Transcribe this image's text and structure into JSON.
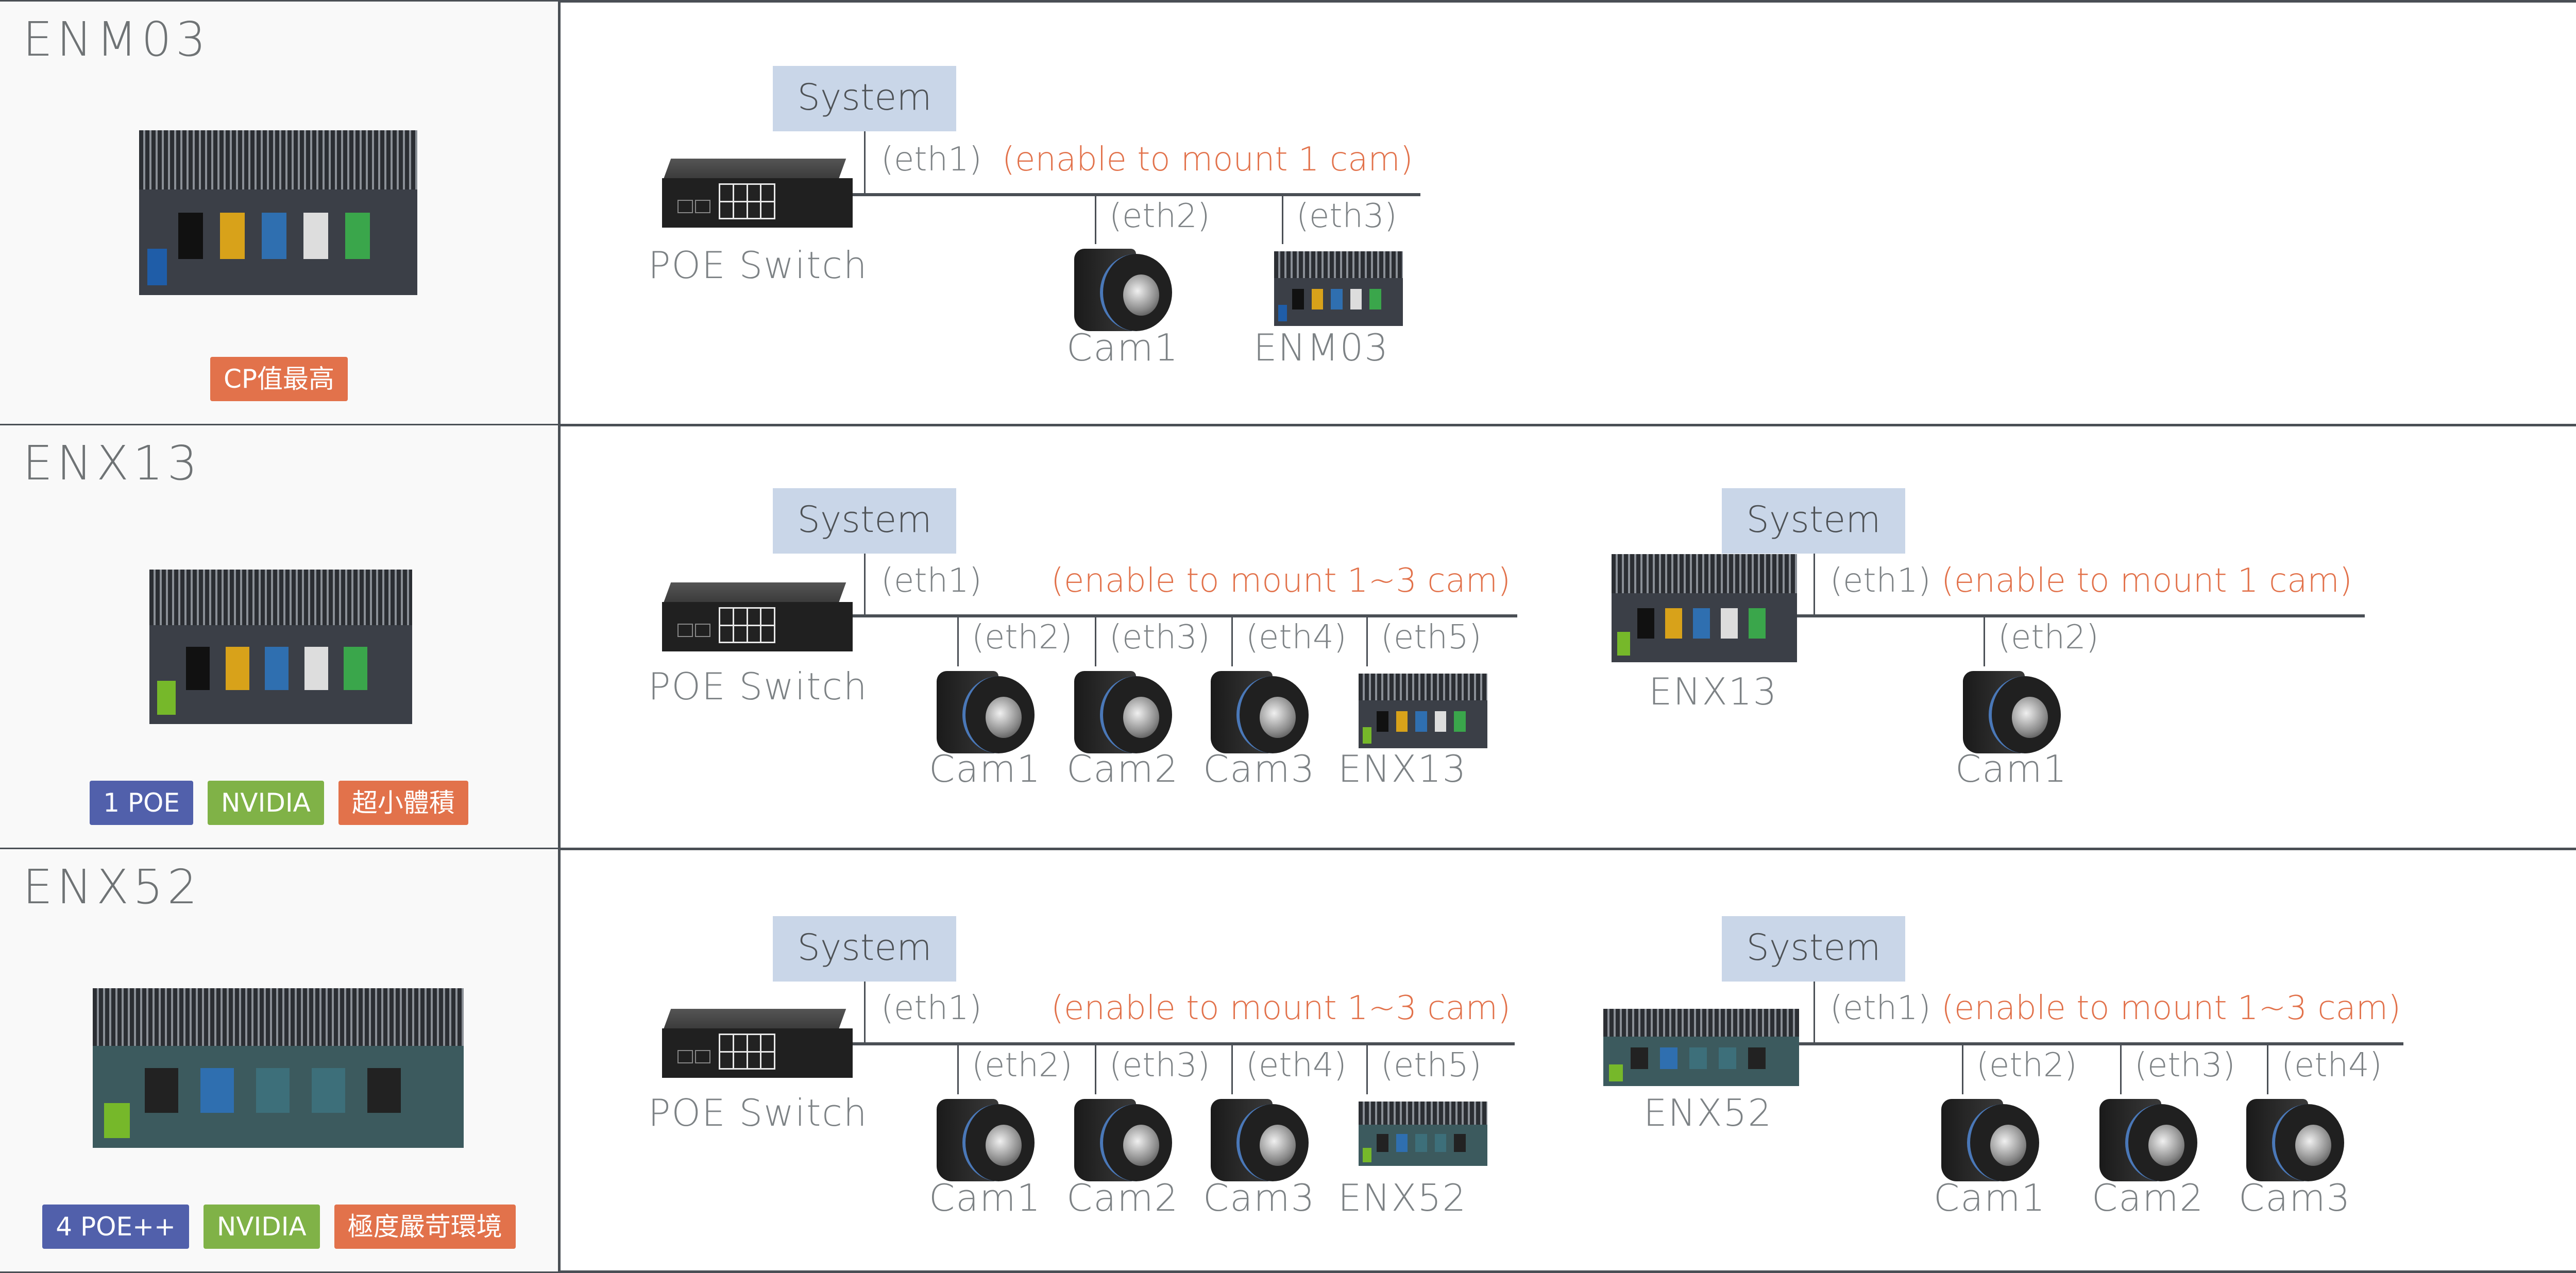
{
  "colors": {
    "border": "#4a4f55",
    "left_bg": "#f9f9f9",
    "system_box": "#c9d6e8",
    "annotation": "#e2724b",
    "badge_blue": "#5160ab",
    "badge_green": "#80b247",
    "badge_orange": "#e2724b"
  },
  "rows": [
    {
      "model": "ENM03",
      "product_icon": "enm03-mini-pc-image",
      "badges": [
        {
          "label": "CP值最高",
          "color": "orange"
        }
      ],
      "diagrams": [
        {
          "system_label": "System",
          "host_label": "POE Switch",
          "host_icon": "poe-switch-image",
          "uplink_label": "(eth1)",
          "note": "(enable to mount 1 cam)",
          "nodes": [
            {
              "port": "(eth2)",
              "label": "Cam1",
              "icon": "camera-image"
            },
            {
              "port": "(eth3)",
              "label": "ENM03",
              "icon": "enm03-mini-pc-image"
            }
          ]
        }
      ]
    },
    {
      "model": "ENX13",
      "product_icon": "enx13-mini-pc-image",
      "badges": [
        {
          "label": "1 POE",
          "color": "blue"
        },
        {
          "label": "NVIDIA",
          "color": "green"
        },
        {
          "label": "超小體積",
          "color": "orange"
        }
      ],
      "diagrams": [
        {
          "system_label": "System",
          "host_label": "POE Switch",
          "host_icon": "poe-switch-image",
          "uplink_label": "(eth1)",
          "note": "(enable to mount 1~3 cam)",
          "nodes": [
            {
              "port": "(eth2)",
              "label": "Cam1",
              "icon": "camera-image"
            },
            {
              "port": "(eth3)",
              "label": "Cam2",
              "icon": "camera-image"
            },
            {
              "port": "(eth4)",
              "label": "Cam3",
              "icon": "camera-image"
            },
            {
              "port": "(eth5)",
              "label": "ENX13",
              "icon": "enx13-mini-pc-image"
            }
          ]
        },
        {
          "system_label": "System",
          "host_label": "ENX13",
          "host_icon": "enx13-mini-pc-image",
          "uplink_label": "(eth1)",
          "note": "(enable to mount 1 cam)",
          "nodes": [
            {
              "port": "(eth2)",
              "label": "Cam1",
              "icon": "camera-image"
            }
          ]
        }
      ]
    },
    {
      "model": "ENX52",
      "product_icon": "enx52-mini-pc-image",
      "badges": [
        {
          "label": "4 POE++",
          "color": "blue"
        },
        {
          "label": "NVIDIA",
          "color": "green"
        },
        {
          "label": "極度嚴苛環境",
          "color": "orange"
        }
      ],
      "diagrams": [
        {
          "system_label": "System",
          "host_label": "POE Switch",
          "host_icon": "poe-switch-image",
          "uplink_label": "(eth1)",
          "note": "(enable to mount 1~3 cam)",
          "nodes": [
            {
              "port": "(eth2)",
              "label": "Cam1",
              "icon": "camera-image"
            },
            {
              "port": "(eth3)",
              "label": "Cam2",
              "icon": "camera-image"
            },
            {
              "port": "(eth4)",
              "label": "Cam3",
              "icon": "camera-image"
            },
            {
              "port": "(eth5)",
              "label": "ENX52",
              "icon": "enx52-mini-pc-image"
            }
          ]
        },
        {
          "system_label": "System",
          "host_label": "ENX52",
          "host_icon": "enx52-mini-pc-image",
          "uplink_label": "(eth1)",
          "note": "(enable to mount 1~3 cam)",
          "nodes": [
            {
              "port": "(eth2)",
              "label": "Cam1",
              "icon": "camera-image"
            },
            {
              "port": "(eth3)",
              "label": "Cam2",
              "icon": "camera-image"
            },
            {
              "port": "(eth4)",
              "label": "Cam3",
              "icon": "camera-image"
            }
          ]
        }
      ]
    }
  ]
}
